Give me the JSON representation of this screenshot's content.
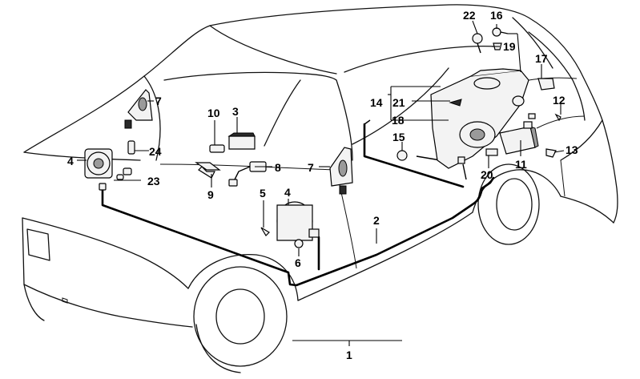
{
  "labels": {
    "l1": "1",
    "l2": "2",
    "l3": "3",
    "l4a": "4",
    "l4b": "4",
    "l5": "5",
    "l6": "6",
    "l7a": "7",
    "l7b": "7",
    "l8": "8",
    "l9": "9",
    "l10": "10",
    "l11": "11",
    "l12": "12",
    "l13": "13",
    "l14": "14",
    "l15": "15",
    "l16": "16",
    "l17": "17",
    "l18": "18",
    "l19": "19",
    "l20": "20",
    "l21": "21",
    "l22": "22",
    "l23": "23",
    "l24": "24"
  }
}
